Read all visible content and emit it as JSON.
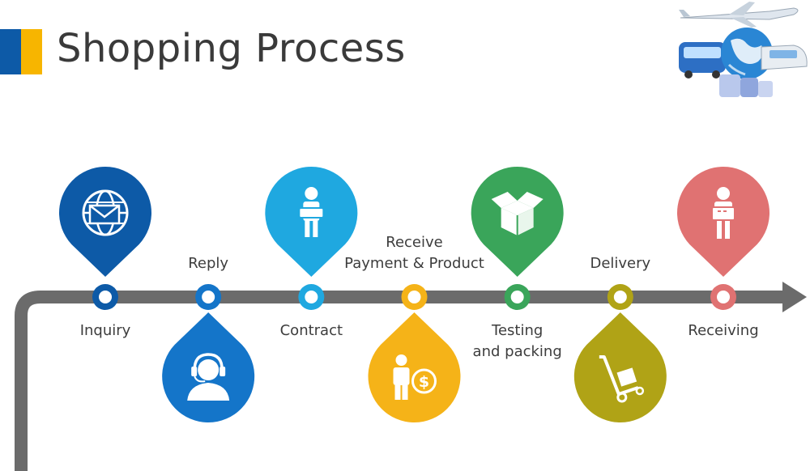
{
  "title": "Shopping Process",
  "colors": {
    "brand_blue": "#0d5aa7",
    "brand_yellow": "#f7b500",
    "track": "#6b6b6b"
  },
  "steps": [
    {
      "label": "Inquiry",
      "color": "#0d5aa7",
      "icon": "globe-mail-icon",
      "position": "above"
    },
    {
      "label": "Reply",
      "color": "#1475c9",
      "icon": "headset-agent-icon",
      "position": "below"
    },
    {
      "label": "Contract",
      "color": "#1fa8e0",
      "icon": "person-document-icon",
      "position": "above"
    },
    {
      "label": "Receive\nPayment & Product",
      "color": "#f5b318",
      "icon": "businessman-dollar-icon",
      "position": "below"
    },
    {
      "label": "Testing\nand packing",
      "color": "#3aa55a",
      "icon": "open-box-icon",
      "position": "above"
    },
    {
      "label": "Delivery",
      "color": "#b0a316",
      "icon": "hand-truck-icon",
      "position": "below"
    },
    {
      "label": "Receiving",
      "color": "#e07272",
      "icon": "person-parcel-icon",
      "position": "above"
    }
  ]
}
